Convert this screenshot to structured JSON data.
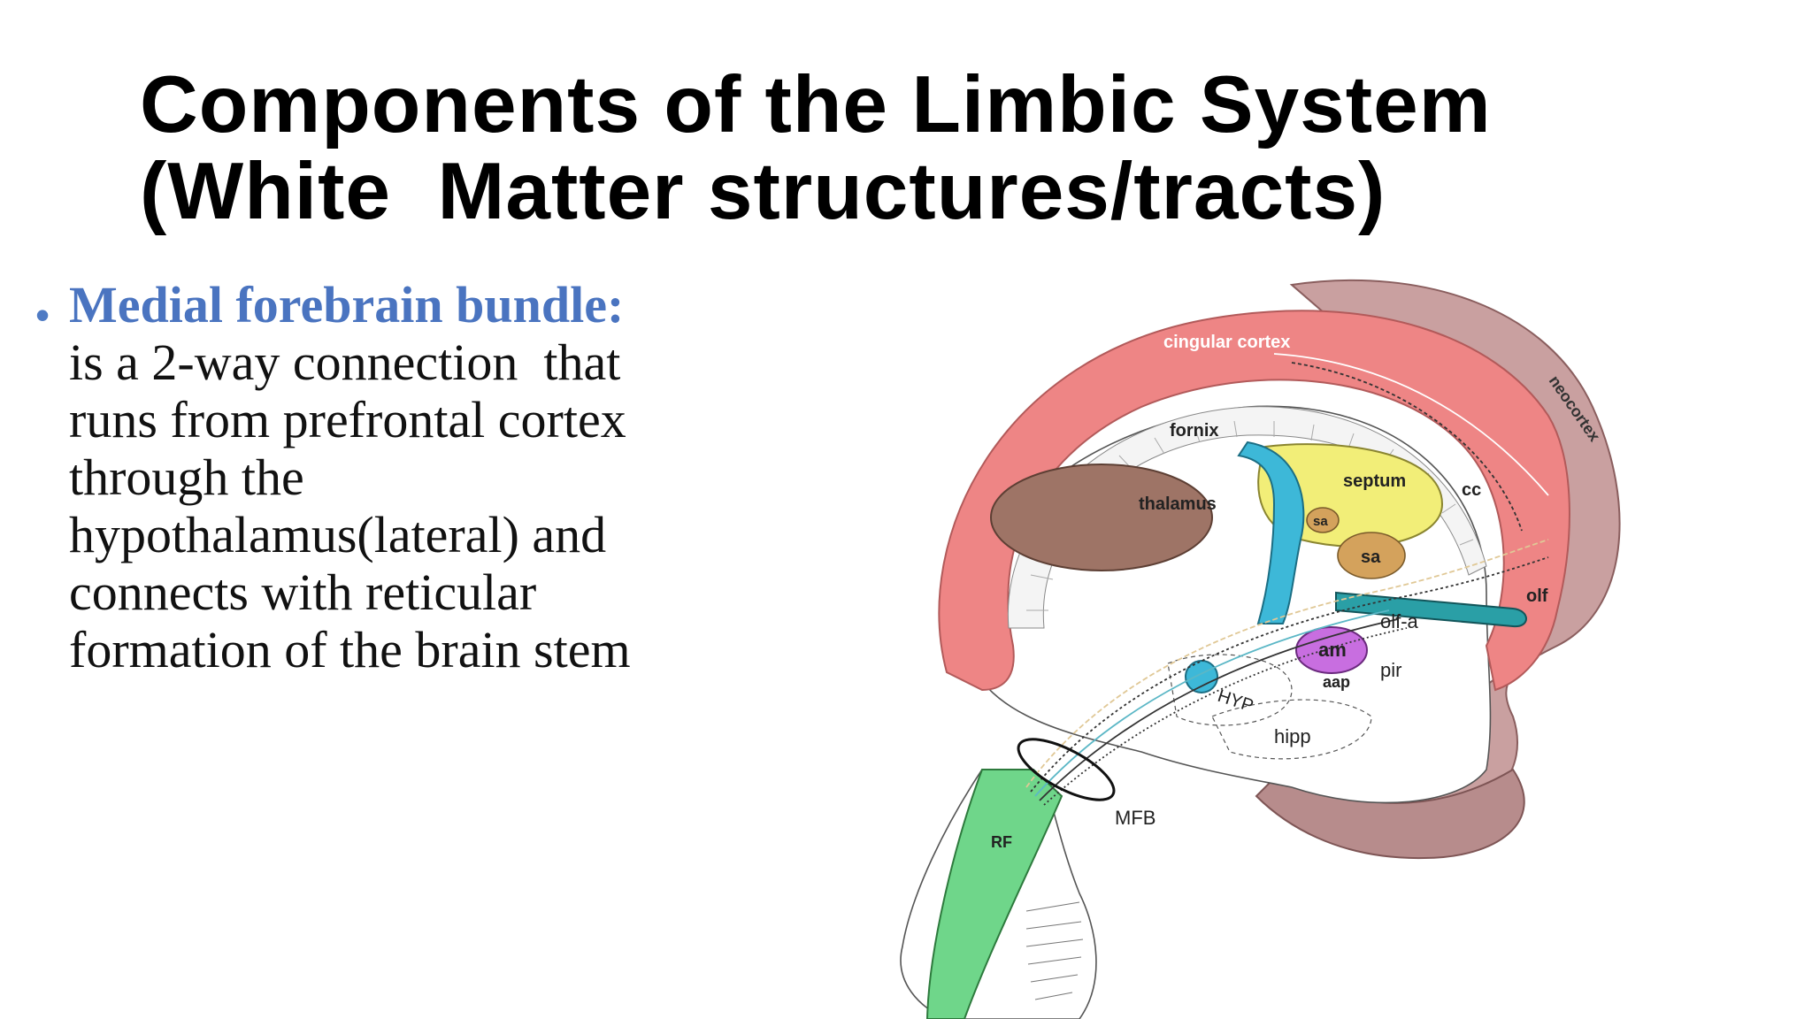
{
  "slide": {
    "title_lines": [
      "Components of the Limbic System",
      "(White  Matter structures/tracts)"
    ],
    "bullet": {
      "heading": "Medial forebrain bundle:",
      "lines": [
        "is a 2-way connection  that",
        "runs from prefrontal cortex",
        "through the",
        "hypothalamus(lateral) and",
        "connects with reticular",
        "formation of the brain stem"
      ]
    }
  },
  "diagram": {
    "labels": {
      "cingular_cortex": "cingular cortex",
      "neocortex": "neocortex",
      "fornix": "fornix",
      "septum": "septum",
      "cc": "cc",
      "thalamus": "thalamus",
      "sa_upper": "sa",
      "sa_lower": "sa",
      "olf": "olf",
      "olf_a": "olf-a",
      "am": "am",
      "pir": "pir",
      "aap": "aap",
      "hyp": "HYP",
      "hipp": "hipp",
      "mfb": "MFB",
      "rf": "RF"
    },
    "colors": {
      "cingular": "#ee8585",
      "neocortex": "#c49a9a",
      "thalamus": "#9e7466",
      "septum": "#f2ee78",
      "fornix": "#3db8d8",
      "sa": "#d4a25c",
      "am": "#c86ee0",
      "rf": "#6fd68a",
      "olf": "#2a9fa6"
    }
  }
}
